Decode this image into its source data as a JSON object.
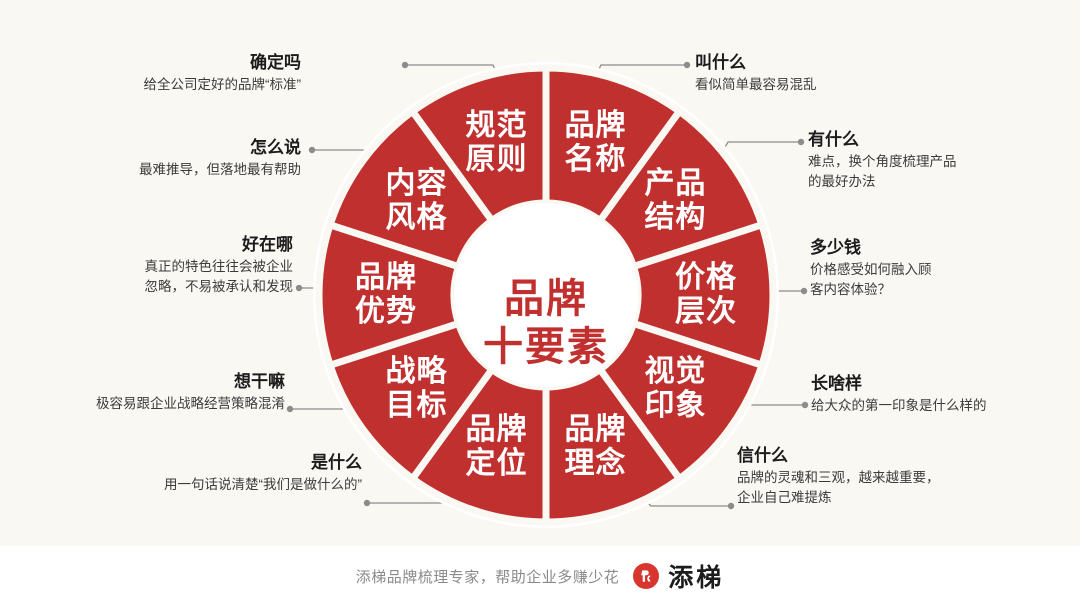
{
  "background_color": "#faf8f3",
  "accent_color": "#c0302f",
  "wheel": {
    "hub": {
      "line1": "品牌",
      "line2": "十要素"
    },
    "segments": [
      {
        "id": "brand-name",
        "line1": "品牌",
        "line2": "名称"
      },
      {
        "id": "product-structure",
        "line1": "产品",
        "line2": "结构"
      },
      {
        "id": "price-tier",
        "line1": "价格",
        "line2": "层次"
      },
      {
        "id": "visual-impression",
        "line1": "视觉",
        "line2": "印象"
      },
      {
        "id": "brand-concept",
        "line1": "品牌",
        "line2": "理念"
      },
      {
        "id": "brand-position",
        "line1": "品牌",
        "line2": "定位"
      },
      {
        "id": "strategy-goal",
        "line1": "战略",
        "line2": "目标"
      },
      {
        "id": "brand-advantage",
        "line1": "品牌",
        "line2": "优势"
      },
      {
        "id": "content-style",
        "line1": "内容",
        "line2": "风格"
      },
      {
        "id": "norm-principle",
        "line1": "规范",
        "line2": "原则"
      }
    ]
  },
  "callouts": [
    {
      "id": "norm-principle",
      "side": "left",
      "title": "确定吗",
      "desc": "给全公司定好的品牌“标准”"
    },
    {
      "id": "content-style",
      "side": "left",
      "title": "怎么说",
      "desc": "最难推导，但落地最有帮助"
    },
    {
      "id": "brand-advantage",
      "side": "left",
      "title": "好在哪",
      "desc_line1": "真正的特色往往会被企业",
      "desc_line2": "忽略，不易被承认和发现"
    },
    {
      "id": "strategy-goal",
      "side": "left",
      "title": "想干嘛",
      "desc": "极容易跟企业战略经营策略混淆"
    },
    {
      "id": "brand-position",
      "side": "left",
      "title": "是什么",
      "desc": "用一句话说清楚“我们是做什么的”"
    },
    {
      "id": "brand-name",
      "side": "right",
      "title": "叫什么",
      "desc": "看似简单最容易混乱"
    },
    {
      "id": "product-structure",
      "side": "right",
      "title": "有什么",
      "desc_line1": "难点，换个角度梳理产品",
      "desc_line2": "的最好办法"
    },
    {
      "id": "price-tier",
      "side": "right",
      "title": "多少钱",
      "desc_line1": "价格感受如何融入顾",
      "desc_line2": "客内容体验？"
    },
    {
      "id": "visual-impression",
      "side": "right",
      "title": "长啥样",
      "desc": "给大众的第一印象是什么样的"
    },
    {
      "id": "brand-concept",
      "side": "right",
      "title": "信什么",
      "desc_line1": "品牌的灵魂和三观，越来越重要，",
      "desc_line2": "企业自己难提炼"
    }
  ],
  "footer": {
    "tagline": "添梯品牌梳理专家，帮助企业多赚少花",
    "logo_word": "添梯"
  }
}
